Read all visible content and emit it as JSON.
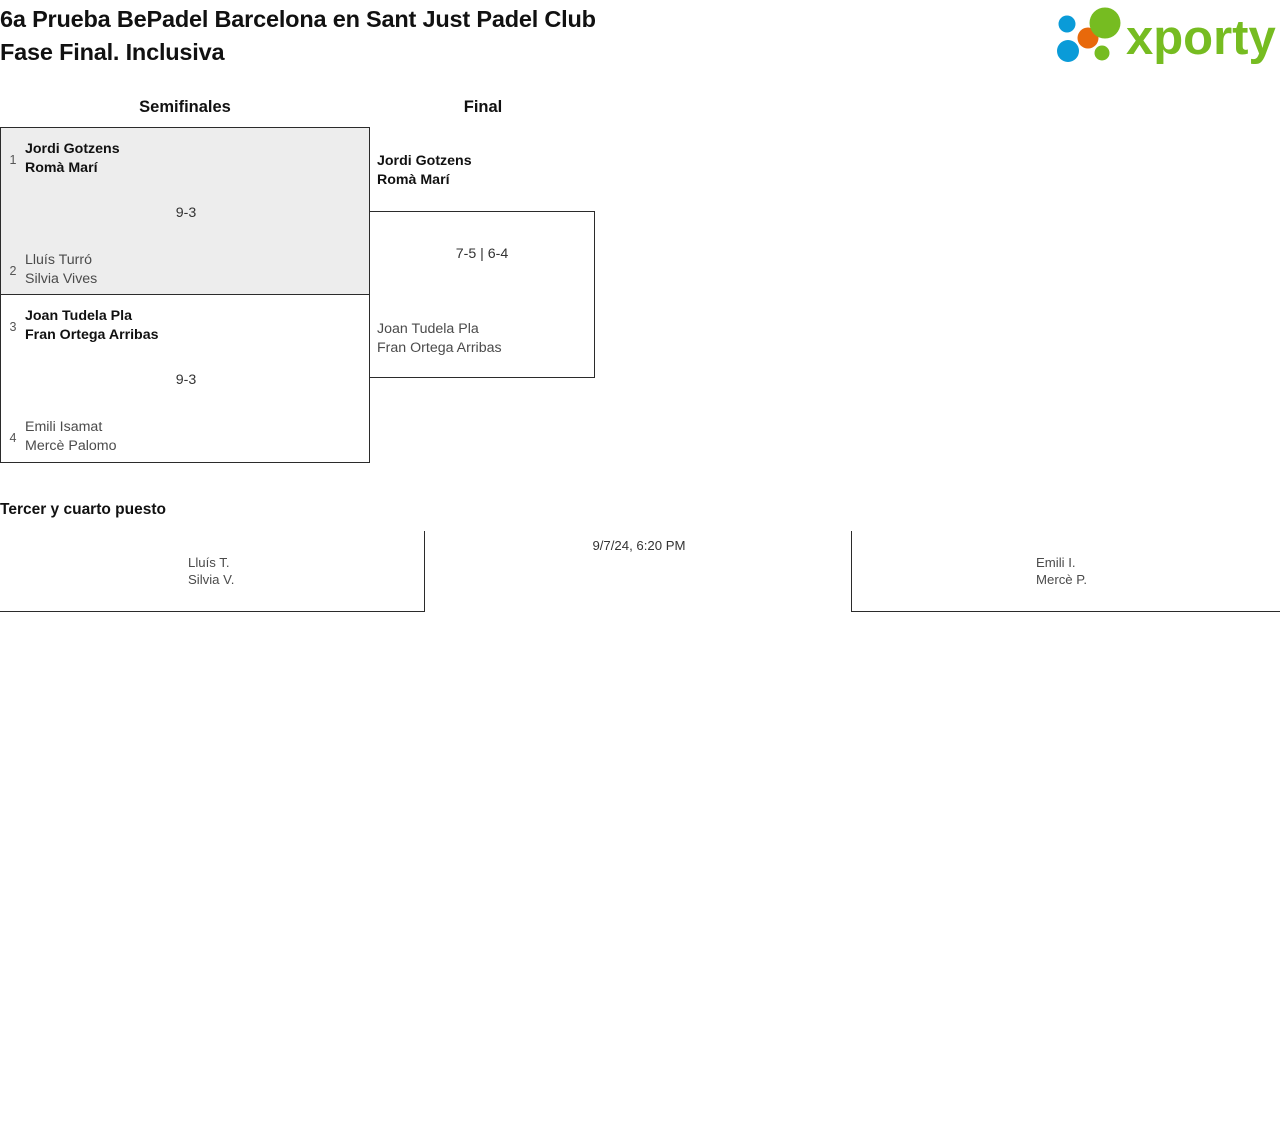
{
  "header": {
    "title": "6a Prueba BePadel Barcelona en Sant Just Padel Club\nFase Final. Inclusiva",
    "logo_text": "xporty",
    "logo_colors": {
      "green": "#76bc21",
      "orange": "#e8690b",
      "blue": "#0a9bd8"
    }
  },
  "rounds": [
    {
      "name": "semifinals",
      "label": "Semifinales"
    },
    {
      "name": "final",
      "label": "Final"
    }
  ],
  "bracket": {
    "semifinals": [
      {
        "top": {
          "seed": "1",
          "players": "Jordi Gotzens\nRomà Marí",
          "result": "winner"
        },
        "bottom": {
          "seed": "2",
          "players": "Lluís Turró\nSilvia Vives",
          "result": "loser"
        },
        "score": "9-3",
        "highlighted": true
      },
      {
        "top": {
          "seed": "3",
          "players": "Joan Tudela Pla\nFran Ortega Arribas",
          "result": "winner"
        },
        "bottom": {
          "seed": "4",
          "players": "Emili Isamat\nMercè Palomo",
          "result": "loser"
        },
        "score": "9-3",
        "highlighted": false
      }
    ],
    "final": {
      "winner": {
        "players": "Jordi Gotzens\nRomà Marí",
        "result": "winner"
      },
      "runner_up": {
        "players": "Joan Tudela Pla\nFran Ortega Arribas",
        "result": "loser"
      },
      "score": "7-5 | 6-4"
    }
  },
  "third_place": {
    "title": "Tercer y cuarto puesto",
    "left_team": "Lluís T.\nSilvia V.",
    "right_team": "Emili I.\nMercè P.",
    "datetime": "9/7/24, 6:20 PM"
  }
}
